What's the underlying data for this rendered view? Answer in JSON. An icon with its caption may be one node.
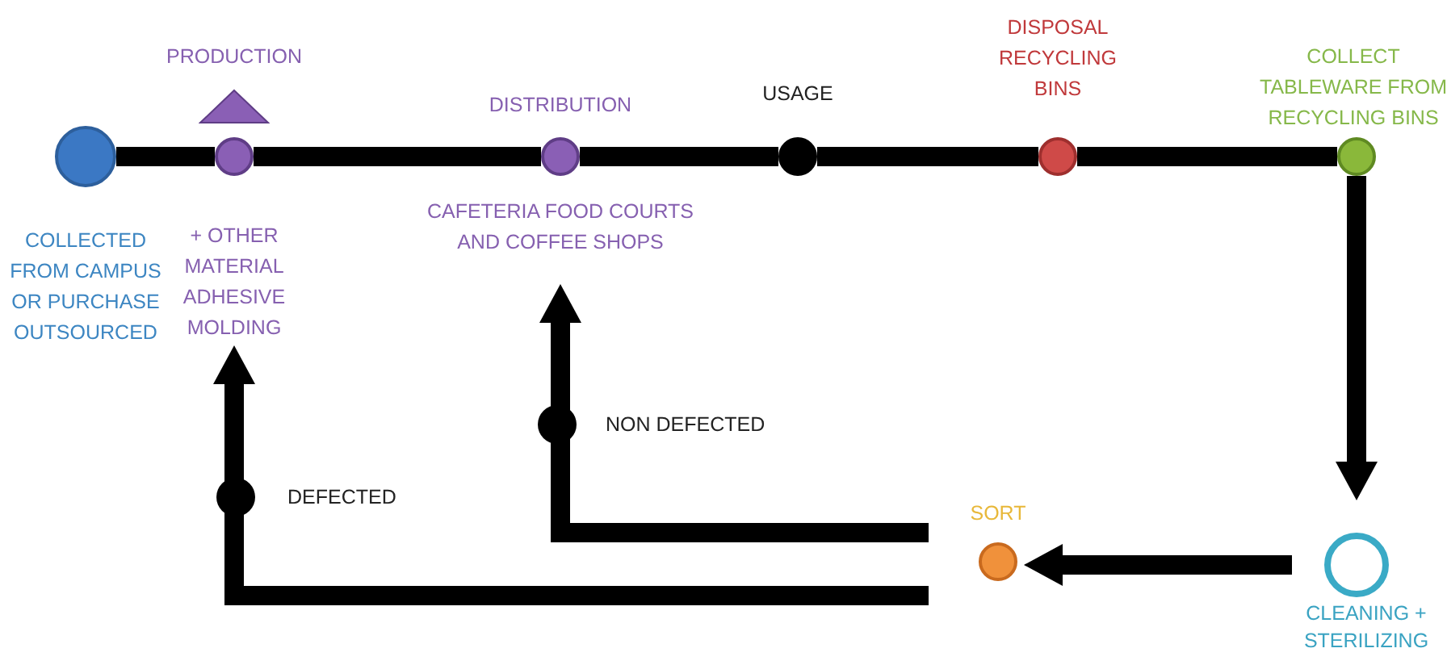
{
  "diagram": {
    "nodes": [
      {
        "text": [
          "COLLECTED FROM CAMPUS OR PURCHASE OUTSOURCED"
        ]
      },
      {
        "text": [
          "PRODUCTION",
          "+ OTHER MATERIAL ADHESIVE MOLDING"
        ]
      },
      {
        "text": [
          "DISTRIBUTION",
          "CAFETERIA FOOD COURTS AND COFFEE SHOPS"
        ]
      },
      {
        "text": [
          "USAGE"
        ]
      },
      {
        "text": [
          "DISPOSAL RECYCLING BINS"
        ]
      },
      {
        "text": [
          "COLLECT TABLEWARE FROM RECYCLING BINS"
        ]
      },
      {
        "text": [
          "CLEANING + STERILIZING"
        ]
      },
      {
        "text": [
          "SORT"
        ]
      }
    ],
    "edges": [
      {
        "from": 0,
        "to": 1,
        "arrow": "none"
      },
      {
        "from": 1,
        "to": 2,
        "arrow": "none"
      },
      {
        "from": 2,
        "to": 3,
        "arrow": "none"
      },
      {
        "from": 3,
        "to": 4,
        "arrow": "none"
      },
      {
        "from": 4,
        "to": 5,
        "arrow": "none"
      },
      {
        "from": 5,
        "to": 6,
        "arrow": "to"
      },
      {
        "from": 6,
        "to": 7,
        "arrow": "to"
      },
      {
        "from": 7,
        "to": 2,
        "arrow": "to",
        "label": "NON DEFECTED"
      },
      {
        "from": 7,
        "to": 1,
        "arrow": "to",
        "label": "DEFECTED"
      }
    ]
  }
}
